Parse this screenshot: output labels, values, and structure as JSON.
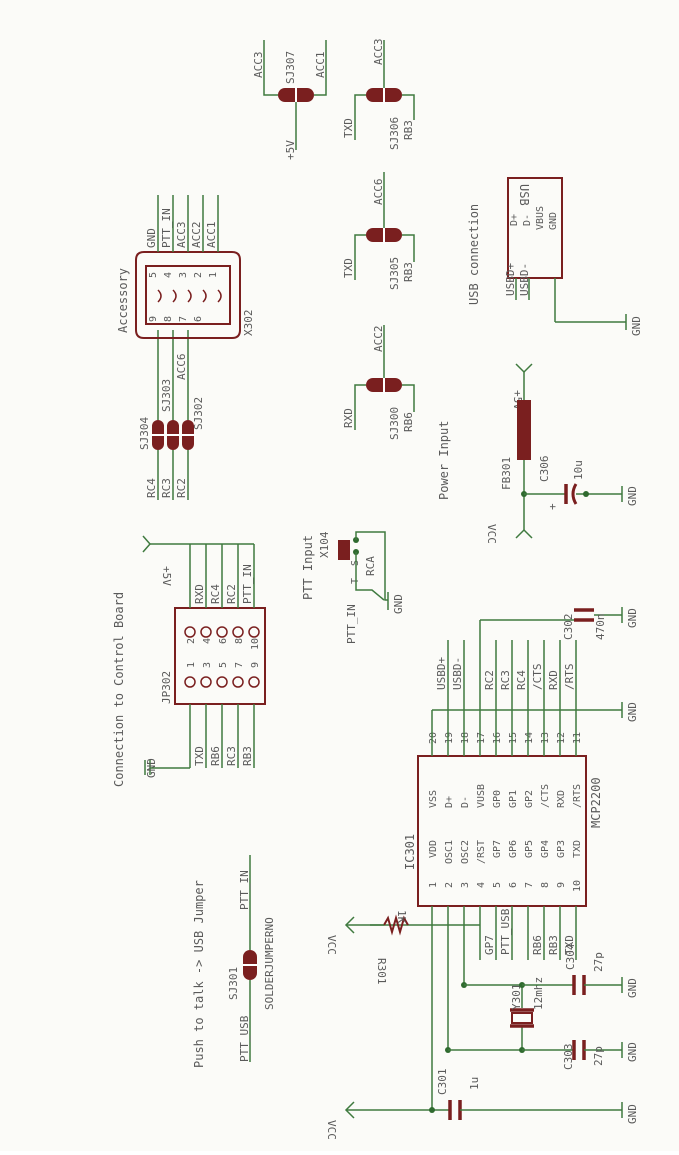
{
  "titles": {
    "ptt_jumper": "Push to talk -> USB Jumper",
    "control_board": "Connection to Control Board",
    "accessory": "Accessory",
    "ptt_input": "PTT Input",
    "power_input": "Power Input",
    "usb_connection": "USB connection"
  },
  "net": {
    "gnd": "GND",
    "vcc": "VCC",
    "plus5v": "+5V",
    "plus5v_alt": "+5V",
    "ptt_usb": "PTT_USB",
    "ptt_in": "PTT_IN",
    "txd": "TXD",
    "rxd": "RXD"
  },
  "sj301": {
    "ref": "SJ301",
    "value": "SOLDERJUMPERNO"
  },
  "jp302": {
    "ref": "JP302",
    "odd_pins": [
      "1",
      "3",
      "5",
      "7",
      "9"
    ],
    "even_pins": [
      "2",
      "4",
      "6",
      "8",
      "10"
    ],
    "odd_nets": [
      "TXD",
      "RB6",
      "RC3",
      "RB3"
    ],
    "even_nets": [
      "RXD",
      "RC4",
      "RC2",
      "PTT_IN"
    ]
  },
  "x302": {
    "ref": "X302",
    "upper_pins": [
      "9",
      "8",
      "7",
      "6"
    ],
    "lower_pins": [
      "5",
      "4",
      "3",
      "2",
      "1"
    ],
    "lower_nets": [
      "GND",
      "PTT_IN",
      "ACC3",
      "ACC2",
      "ACC1"
    ],
    "upper_nets": [
      "SJ303",
      "ACC6",
      "SJ302"
    ]
  },
  "sj304": {
    "ref": "SJ304",
    "nets": [
      "RC4",
      "RC3",
      "RC2"
    ]
  },
  "sj300": {
    "ref": "SJ300",
    "a": "RXD",
    "b": "RB6",
    "acc": "ACC2"
  },
  "sj305": {
    "ref": "SJ305",
    "a": "TXD",
    "b": "RB3",
    "acc": "ACC6"
  },
  "sj306": {
    "ref": "SJ306",
    "a": "TXD",
    "b": "RB3",
    "acc": "ACC3"
  },
  "sj307": {
    "ref": "SJ307",
    "left": "ACC3",
    "right": "ACC1",
    "plus": "+5V"
  },
  "usb": {
    "ref": "USB",
    "nets": [
      "USBD+",
      "USBD-"
    ],
    "pins": [
      "D+",
      "D-",
      "VBUS",
      "GND"
    ]
  },
  "fb301": {
    "ref": "FB301"
  },
  "c306": {
    "ref": "C306",
    "value": "10u",
    "polarity": "+"
  },
  "x104": {
    "ref": "X104",
    "name": "RCA",
    "pins": [
      "T",
      "S"
    ],
    "net": "PTT_IN"
  },
  "ic301": {
    "ref": "IC301",
    "name": "MCP2200",
    "pin_nums_left": [
      "1",
      "2",
      "3",
      "4",
      "5",
      "6",
      "7",
      "8",
      "9",
      "10"
    ],
    "pin_names_left": [
      "VDD",
      "OSC1",
      "OSC2",
      "/RST",
      "GP7",
      "GP6",
      "GP5",
      "GP4",
      "GP3",
      "TXD"
    ],
    "pin_nums_right": [
      "20",
      "19",
      "18",
      "17",
      "16",
      "15",
      "14",
      "13",
      "12",
      "11"
    ],
    "pin_names_right": [
      "VSS",
      "D+",
      "D-",
      "VUSB",
      "GP0",
      "GP1",
      "GP2",
      "/CTS",
      "RXD",
      "/RTS"
    ],
    "right_nets": [
      "USBD+",
      "USBD-",
      "RC2",
      "RC3",
      "RC4",
      "/CTS",
      "RXD",
      "/RTS"
    ],
    "left_nets": [
      "GP7",
      "PTT_USB",
      "RB6",
      "RB3",
      "TXD"
    ]
  },
  "r301": {
    "ref": "R301",
    "value": "1K"
  },
  "y301": {
    "ref": "Y301",
    "value": "12mhz"
  },
  "c301": {
    "ref": "C301",
    "value": "1u"
  },
  "c303": {
    "ref": "C303",
    "value": "27p"
  },
  "c304": {
    "ref": "C304",
    "value": "27p"
  },
  "c302": {
    "ref": "C302",
    "value": "470n"
  }
}
